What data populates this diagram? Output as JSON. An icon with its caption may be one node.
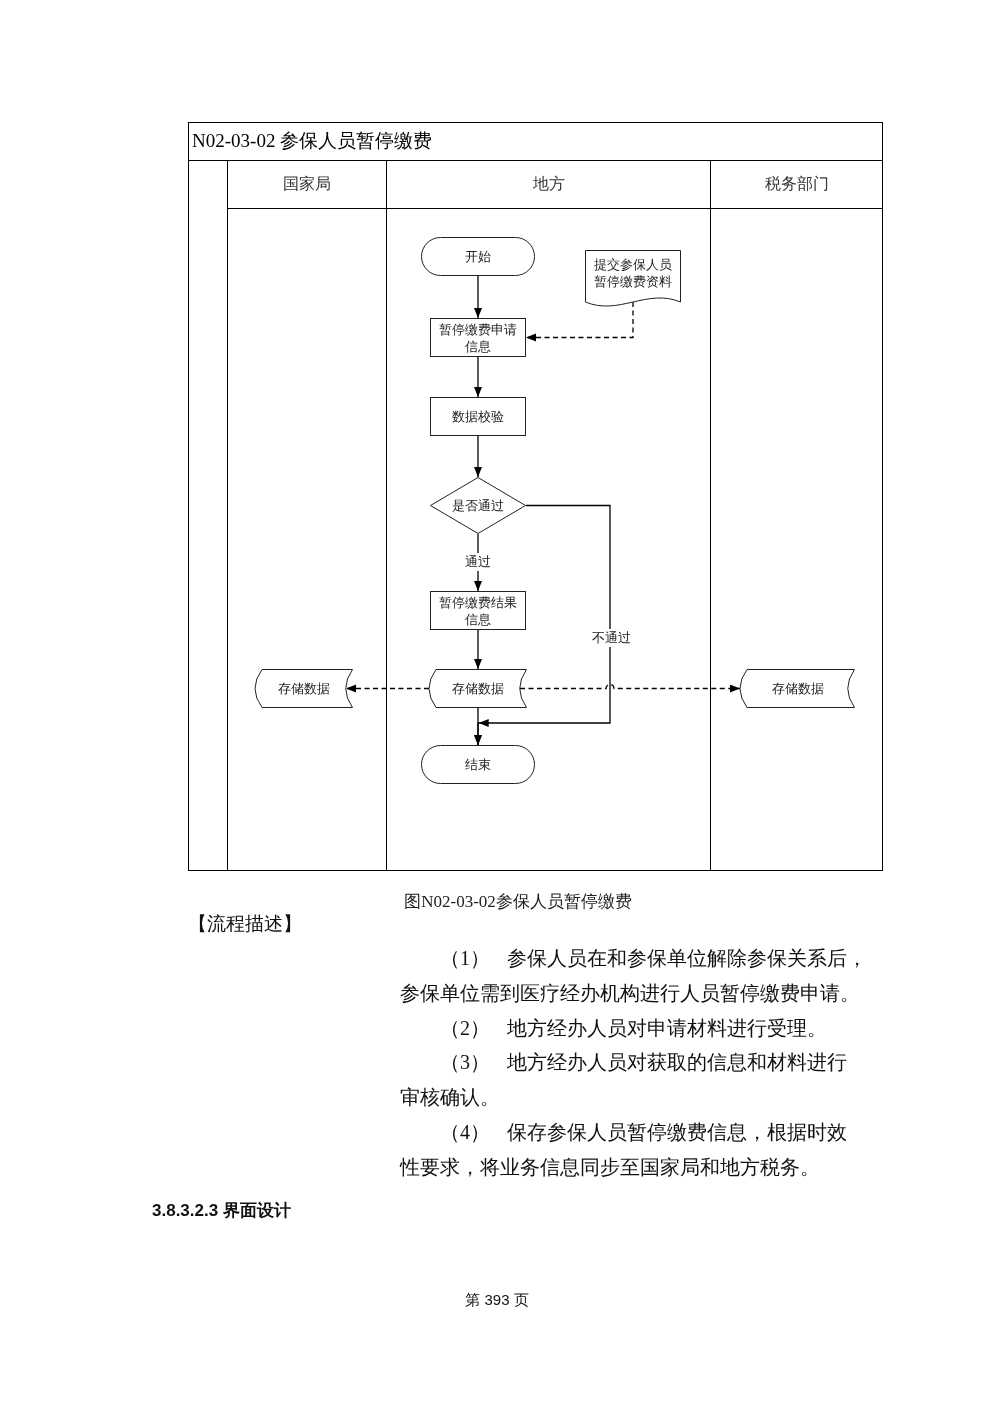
{
  "diagram": {
    "title": "N02-03-02 参保人员暂停缴费",
    "caption": "图N02-03-02参保人员暂停缴费",
    "nodes": [
      {
        "text": [
          "国家局"
        ]
      },
      {
        "text": [
          "地方"
        ]
      },
      {
        "text": [
          "税务部门"
        ]
      },
      {
        "text": [
          "开始"
        ],
        "in": 1
      },
      {
        "text": [
          "提交参保人员暂停缴费资料"
        ],
        "in": 1
      },
      {
        "text": [
          "暂停缴费申请信息"
        ],
        "in": 1
      },
      {
        "text": [
          "数据校验"
        ],
        "in": 1
      },
      {
        "text": [
          "是否通过"
        ],
        "in": 1
      },
      {
        "text": [
          "暂停缴费结果信息"
        ],
        "in": 1
      },
      {
        "text": [
          "存储数据"
        ],
        "in": 0
      },
      {
        "text": [
          "存储数据"
        ],
        "in": 1
      },
      {
        "text": [
          "存储数据"
        ],
        "in": 2
      },
      {
        "text": [
          "结束"
        ],
        "in": 1
      }
    ],
    "edges": [
      {
        "from": 3,
        "to": 5,
        "arrow": "to"
      },
      {
        "from": 4,
        "to": 5,
        "arrow": "to",
        "style": "dashed"
      },
      {
        "from": 5,
        "to": 6,
        "arrow": "to"
      },
      {
        "from": 6,
        "to": 7,
        "arrow": "to"
      },
      {
        "from": 7,
        "to": 8,
        "arrow": "to",
        "label": "通过"
      },
      {
        "from": 8,
        "to": 10,
        "arrow": "to"
      },
      {
        "from": 7,
        "to": 12,
        "arrow": "to",
        "label": "不通过"
      },
      {
        "from": 10,
        "to": 9,
        "arrow": "to",
        "style": "dashed"
      },
      {
        "from": 10,
        "to": 11,
        "arrow": "to",
        "style": "dashed"
      },
      {
        "from": 10,
        "to": 12,
        "arrow": "to"
      }
    ],
    "labels": [
      "【流程描述】",
      "（1） 参保人员在和参保单位解除参保关系后，参保单位需到医疗经办机构进行人员暂停缴费申请。",
      "（2） 地方经办人员对申请材料进行受理。",
      "（3） 地方经办人员对获取的信息和材料进行审核确认。",
      "（4） 保存参保人员暂停缴费信息，根据时效性要求，将业务信息同步至国家局和地方税务。",
      "3.8.3.2.3 界面设计",
      "第 393 页"
    ]
  }
}
